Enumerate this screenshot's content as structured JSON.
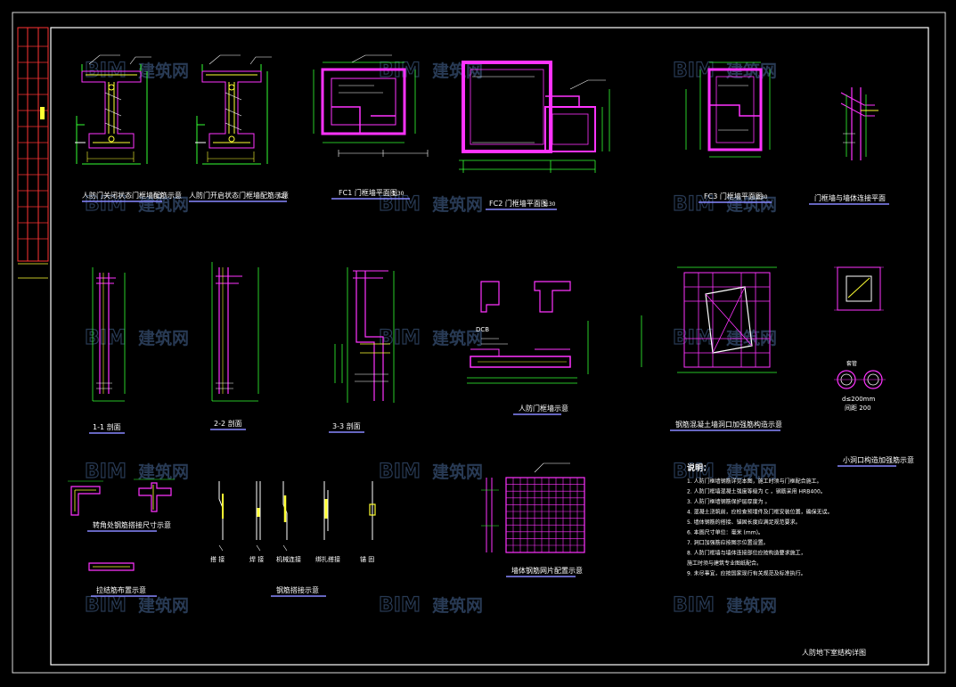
{
  "watermark": {
    "brand": "BIM",
    "cn": "建筑网"
  },
  "titles": {
    "t1": "人防门关闭状态门框墙配筋示意",
    "t1n": "(1)",
    "t2": "人防门开启状态门框墙配筋示意",
    "t2n": "(2)",
    "t3": "FC1 门框墙平面图",
    "t3s": "1:30",
    "t4": "FC2 门框墙平面图",
    "t4s": "1:30",
    "t5": "FC3 门框墙平面图",
    "t5s": "1:30",
    "t6": "门框墙与墙体连接平面",
    "t7": "1-1 剖面",
    "t8": "2-2 剖面",
    "t9": "3-3 剖面",
    "t10": "人防门框墙示意",
    "t11": "钢筋混凝土墙洞口加强筋构造示意",
    "t12": "小洞口构造加强筋示意",
    "t13": "转角处钢筋搭接尺寸示意",
    "t14": "钢筋搭接示意",
    "t15": "墙体钢筋网片配置示意",
    "t16": "拉结筋布置示意",
    "sheet_title": "人防地下室结构详图"
  },
  "annotations": {
    "dcb": "DCB",
    "dia": "d≤200mm",
    "dia2": "间距 200",
    "sleeve": "套管",
    "b1": "搭 接",
    "b2": "焊 接",
    "b3": "机械连接",
    "b4": "绑扎搭接",
    "b5": "锚 固"
  },
  "notes": {
    "heading": "说明：",
    "items": [
      "1. 人防门框墙钢筋详见本图，施工时须与门框配合施工。",
      "2. 人防门框墙混凝土强度等级为 C  ，钢筋采用 HRB400。",
      "3. 人防门框墙钢筋保护层厚度为       。",
      "4. 混凝土浇筑前，应检查预埋件及门框安装位置，确保无误。",
      "5. 墙体钢筋的搭接、锚固长度应满足规范要求。",
      "6. 本图尺寸单位：毫米 (mm)。",
      "7. 洞口加强筋应按图示位置设置。",
      "8. 人防门框墙与墙体连接部位应按构造要求施工，",
      "   施工时须与建筑专业图纸配合。",
      "9. 未尽事宜，应按国家现行有关规范及标准执行。"
    ]
  },
  "colors": {
    "frame": "#ffffff",
    "magenta": "#ff33ff",
    "green": "#33ff33",
    "yellow": "#ffff33",
    "white": "#ffffff",
    "cyan": "#33ffff",
    "red": "#ff3333",
    "title_bar": "#8888ff"
  }
}
